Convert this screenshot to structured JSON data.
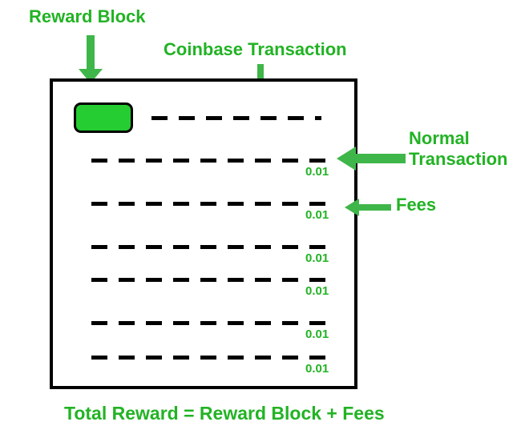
{
  "diagram": {
    "labels": {
      "reward_block": "Reward Block",
      "coinbase_transaction": "Coinbase Transaction",
      "normal_line1": "Normal",
      "normal_line2": "Transaction",
      "fees": "Fees",
      "total": "Total Reward = Reward Block + Fees"
    },
    "fee_values": [
      "0.01",
      "0.01",
      "0.01",
      "0.01",
      "0.01",
      "0.01"
    ],
    "colors": {
      "label_green": "#22b324",
      "arrow_green": "#3fb649",
      "reward_fill": "#25cc32",
      "line_black": "#000000"
    }
  }
}
